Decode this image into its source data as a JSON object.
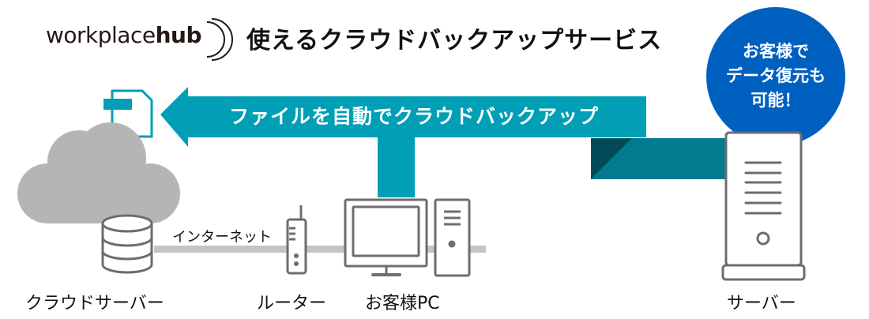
{
  "logo": {
    "prefix": "workplace",
    "suffix": "hub"
  },
  "header": {
    "title": "使えるクラウドバックアップサービス"
  },
  "arrow": {
    "label": "ファイルを自動でクラウドバックアップ"
  },
  "badge": {
    "lines": [
      "お客様で",
      "データ復元も",
      "可能！"
    ]
  },
  "connection": {
    "label": "インターネット"
  },
  "nodes": {
    "cloud_server": "クラウドサーバー",
    "router": "ルーター",
    "customer_pc": "お客様PC",
    "server": "サーバー"
  },
  "colors": {
    "arrow": "#009fb6",
    "arrow_dark": "#007b8f",
    "fold_shadow": "#004b57",
    "badge": "#0060c0",
    "cloud": "#b5b5b8",
    "device_stroke": "#6d6c71",
    "cable": "#c4c4c4"
  }
}
